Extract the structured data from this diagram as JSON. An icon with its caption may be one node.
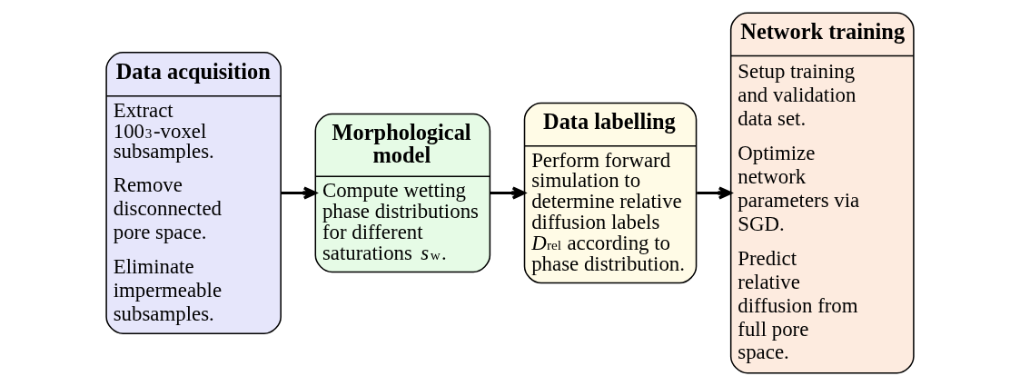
{
  "diagram": {
    "nodes": [
      {
        "text": [
          "Data acquisition",
          "Extract 100$^{3}$-voxel subsamples.",
          "Remove disconnected pore space.",
          "Eliminate impermeable subsamples."
        ]
      },
      {
        "text": [
          "Morphological model",
          "Compute wetting phase distributions for different saturations *s*$_{w}$."
        ]
      },
      {
        "text": [
          "Data labelling",
          "Perform forward simulation to determine relative diffusion labels *D*$_{rel}$ according to phase distribution."
        ]
      },
      {
        "text": [
          "Network training",
          "Setup training and validation data set.",
          "Optimize network parameters via SGD.",
          "Predict relative diffusion from full pore space."
        ]
      }
    ],
    "edges": [
      {
        "from": 0,
        "to": 1,
        "arrow": "to"
      },
      {
        "from": 1,
        "to": 2,
        "arrow": "to"
      },
      {
        "from": 2,
        "to": 3,
        "arrow": "to"
      }
    ]
  }
}
